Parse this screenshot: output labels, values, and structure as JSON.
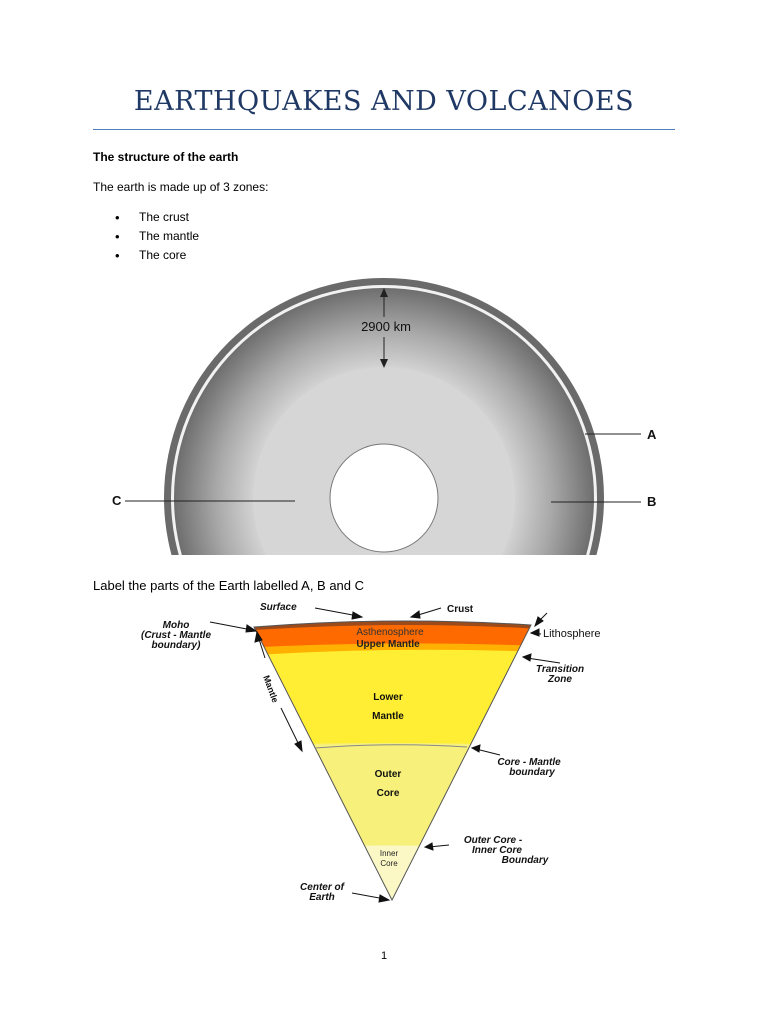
{
  "title": "EARTHQUAKES AND VOLCANOES",
  "subheading": "The structure of the earth",
  "intro": "The earth is made up of 3 zones:",
  "zones": [
    {
      "bullet": "•",
      "label": "The crust"
    },
    {
      "bullet": "•",
      "label": "The mantle"
    },
    {
      "bullet": "•",
      "label": "The core"
    }
  ],
  "figure1": {
    "depth_label": "2900 km",
    "label_a": "A",
    "label_b": "B",
    "label_c": "C"
  },
  "caption": "Label the parts of the Earth labelled A, B and C",
  "figure2": {
    "surface": "Surface",
    "crust": "Crust",
    "moho_line1": "Moho",
    "moho_line2": "(Crust - Mantle",
    "moho_line3": "boundary)",
    "asthenosphere": "Asthenosphere",
    "upper_mantle": "Upper Mantle",
    "lithosphere": "Lithosphere",
    "transition_line1": "Transition",
    "transition_line2": "Zone",
    "mantle_side": "Mantle",
    "lower_mantle_line1": "Lower",
    "lower_mantle_line2": "Mantle",
    "core_mantle_line1": "Core - Mantle",
    "core_mantle_line2": "boundary",
    "outer_core_line1": "Outer",
    "outer_core_line2": "Core",
    "oc_ic_line1": "Outer Core -",
    "oc_ic_line2": "Inner Core",
    "oc_ic_line3": "Boundary",
    "inner_core_line1": "Inner",
    "inner_core_line2": "Core",
    "center_line1": "Center of",
    "center_line2": "Earth"
  },
  "page_number": "1",
  "colors": {
    "title": "#1f3864",
    "rule": "#4f81bd",
    "crust_orange": "#ff6a00",
    "mantle_yellow": "#ffee33",
    "outer_core_yellow": "#f7f07a",
    "inner_core": "#fbf8c6"
  }
}
